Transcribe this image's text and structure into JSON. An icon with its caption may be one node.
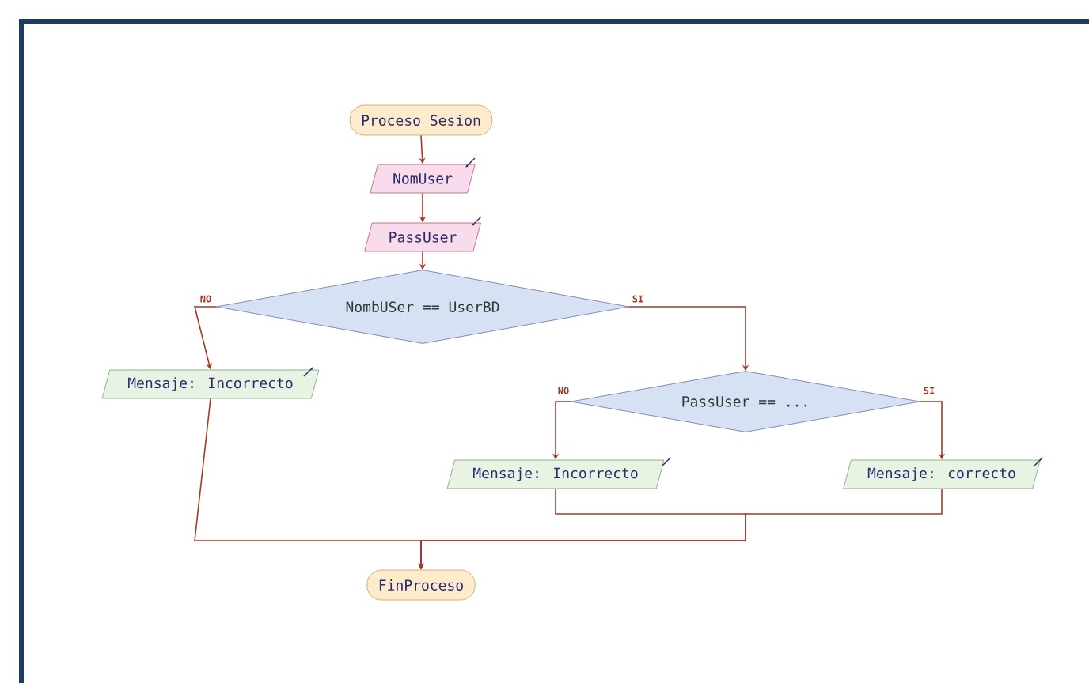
{
  "diagram": {
    "nodes": [
      {
        "text": [
          "Proceso Sesion"
        ]
      },
      {
        "text": [
          "NomUser"
        ]
      },
      {
        "text": [
          "PassUser"
        ]
      },
      {
        "text": [
          "NombUSer == UserBD"
        ]
      },
      {
        "text": [
          "Mensaje: Incorrecto"
        ]
      },
      {
        "text": [
          "PassUser == ..."
        ]
      },
      {
        "text": [
          "Mensaje: Incorrecto"
        ]
      },
      {
        "text": [
          "Mensaje: correcto"
        ]
      },
      {
        "text": [
          "FinProceso"
        ]
      }
    ],
    "edges": [
      {
        "from": 0,
        "to": 1,
        "arrow": "to"
      },
      {
        "from": 1,
        "to": 2,
        "arrow": "to"
      },
      {
        "from": 2,
        "to": 3,
        "arrow": "to"
      },
      {
        "from": 3,
        "to": 4,
        "arrow": "to",
        "label": "NO"
      },
      {
        "from": 3,
        "to": 5,
        "arrow": "to",
        "label": "SI"
      },
      {
        "from": 5,
        "to": 6,
        "arrow": "to",
        "label": "NO"
      },
      {
        "from": 5,
        "to": 7,
        "arrow": "to",
        "label": "SI"
      },
      {
        "from": 4,
        "to": 8,
        "arrow": "to"
      },
      {
        "from": 6,
        "to": 8,
        "arrow": "to"
      },
      {
        "from": 7,
        "to": 8,
        "arrow": "to"
      }
    ]
  }
}
